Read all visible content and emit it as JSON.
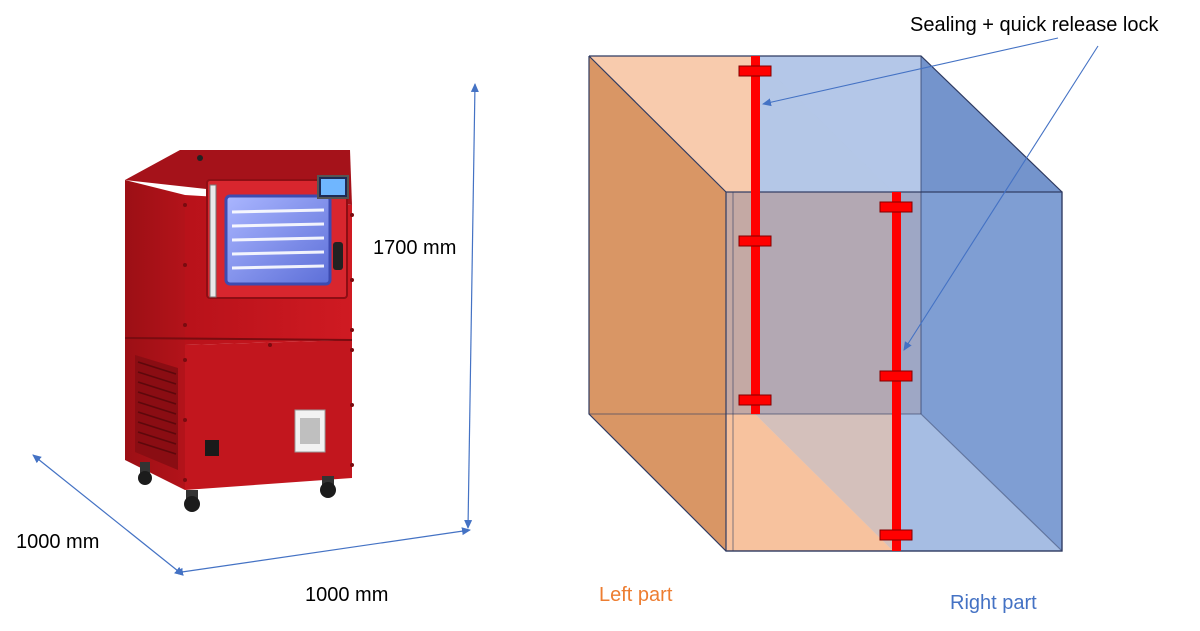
{
  "dimensions": {
    "height_label": "1700 mm",
    "depth_label": "1000 mm",
    "width_label": "1000 mm"
  },
  "callout": {
    "text": "Sealing + quick release lock"
  },
  "parts": {
    "left_label": "Left part",
    "right_label": "Right part"
  },
  "colors": {
    "left_part": "#f4b183",
    "right_part": "#8faadc",
    "seal": "#ff0000",
    "dimension_arrow": "#4472c4",
    "left_label": "#ed7d31",
    "right_label": "#4472c4",
    "machine_body": "#c0141c"
  },
  "icons": {
    "machine": "freeze-dryer-machine-photo"
  }
}
